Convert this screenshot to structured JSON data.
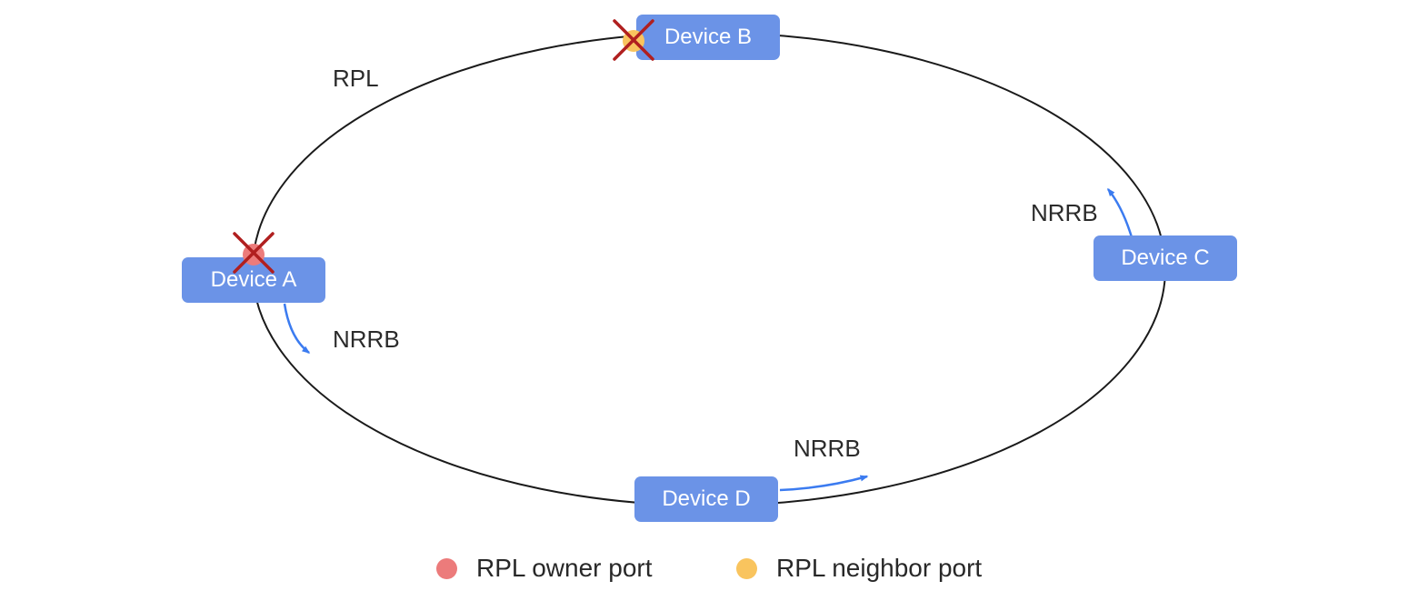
{
  "diagram": {
    "title_hidden": "",
    "ring_label": "RPL",
    "devices": [
      {
        "id": "A",
        "label": "Device A"
      },
      {
        "id": "B",
        "label": "Device B"
      },
      {
        "id": "C",
        "label": "Device C"
      },
      {
        "id": "D",
        "label": "Device D"
      }
    ],
    "arrow_labels": {
      "a": "NRRB",
      "c": "NRRB",
      "d": "NRRB"
    },
    "port_markers": {
      "owner_on_device": "A",
      "neighbor_on_device": "B"
    },
    "colors": {
      "device_fill": "#6b93e7",
      "device_text": "#ffffff",
      "ring_stroke": "#1a1a1a",
      "arrow": "#3b7bf0",
      "x_mark": "#b01f1f",
      "owner_dot": "#ec7b7b",
      "neighbor_dot": "#f9c45e",
      "label_text": "#2b2b2b"
    }
  },
  "legend": {
    "items": [
      {
        "label": "RPL owner port",
        "color": "#ec7b7b"
      },
      {
        "label": "RPL neighbor port",
        "color": "#f9c45e"
      }
    ]
  }
}
